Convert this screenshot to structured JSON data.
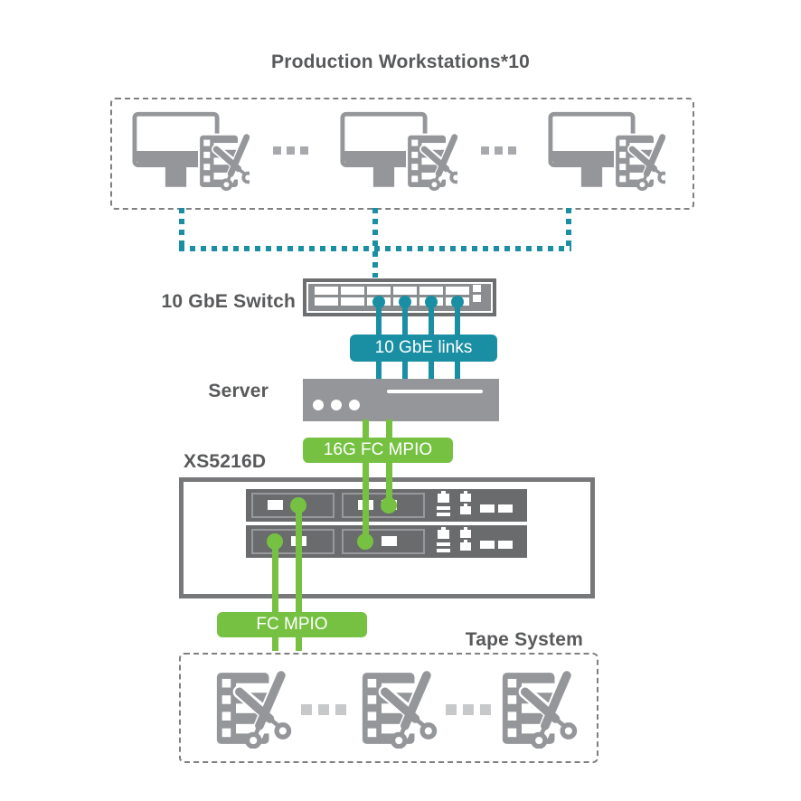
{
  "workstations": {
    "title": "Production Workstations*10"
  },
  "switch": {
    "label": "10 GbE Switch"
  },
  "badges": {
    "links_10gbe": "10 GbE links",
    "fc_16g_mpio": "16G FC MPIO",
    "fc_mpio": "FC MPIO"
  },
  "server": {
    "label": "Server"
  },
  "storage": {
    "label": "XS5216D"
  },
  "tape": {
    "label": "Tape System"
  },
  "colors": {
    "teal": "#1a8fa3",
    "green": "#76c142",
    "icon_gray": "#949699",
    "label_gray": "#58595b"
  }
}
